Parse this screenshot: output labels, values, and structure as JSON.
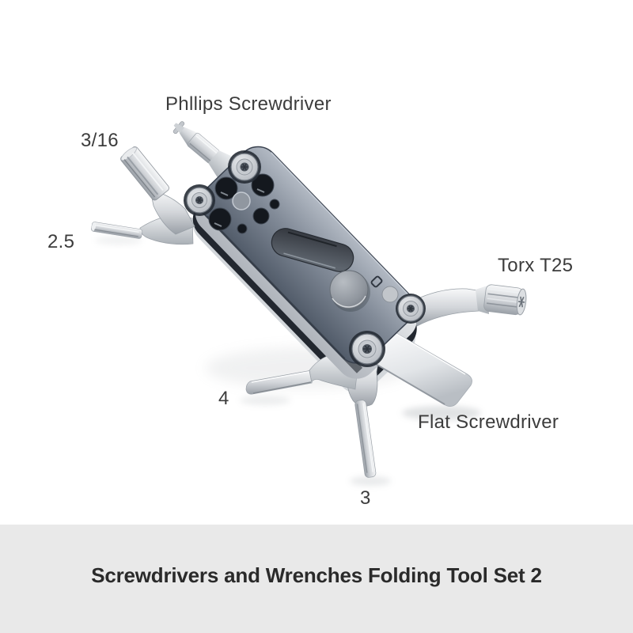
{
  "image": {
    "description": "folding multi-tool product photo",
    "labels": {
      "phillips": "Phllips Screwdriver",
      "hex316": "3/16",
      "hex25": "2.5",
      "torx": "Torx T25",
      "hex4": "4",
      "flat": "Flat Screwdriver",
      "hex3": "3"
    }
  },
  "caption": {
    "text": "Screwdrivers and Wrenches Folding Tool Set 2"
  },
  "colors": {
    "canvas": "#ffffff",
    "caption_background": "#e9e9e9",
    "caption_text": "#2a2a2a",
    "label_text": "#3c3c3c",
    "tool_plate": "#828b98",
    "tool_plate_dark": "#39414e",
    "tool_metal": "#d3d6da",
    "hole_dark": "#14181e"
  }
}
